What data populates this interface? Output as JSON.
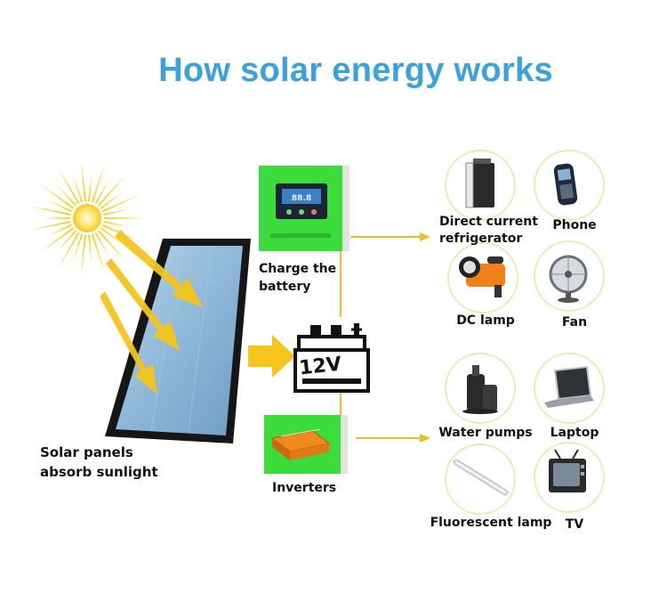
{
  "title": "How solar energy works",
  "labels": {
    "solar_panels": [
      "Solar panels",
      "absorb sunlight"
    ],
    "charge": [
      "Charge the",
      "battery"
    ],
    "battery_voltage": "12V",
    "inverters": "Inverters"
  },
  "dc_devices": [
    {
      "name": "Direct current\nrefrigerator",
      "icon": "refrigerator-icon"
    },
    {
      "name": "Phone",
      "icon": "phone-icon"
    },
    {
      "name": "DC lamp",
      "icon": "dc-lamp-icon"
    },
    {
      "name": "Fan",
      "icon": "fan-icon"
    }
  ],
  "ac_devices": [
    {
      "name": "Water pumps",
      "icon": "water-pump-icon"
    },
    {
      "name": "Laptop",
      "icon": "laptop-icon"
    },
    {
      "name": "Fluorescent lamp",
      "icon": "fluorescent-lamp-icon"
    },
    {
      "name": "TV",
      "icon": "tv-icon"
    }
  ],
  "colors": {
    "title": "#3aa2dd",
    "controller_green": "#3ddc3d",
    "arrow_yellow": "#f5c51c",
    "line_yellow": "#f0c020",
    "sun": "#f7d21c",
    "panel_frame": "#161616",
    "panel_cell": "#8fb8d8",
    "inverter_body": "#f08a1c"
  }
}
